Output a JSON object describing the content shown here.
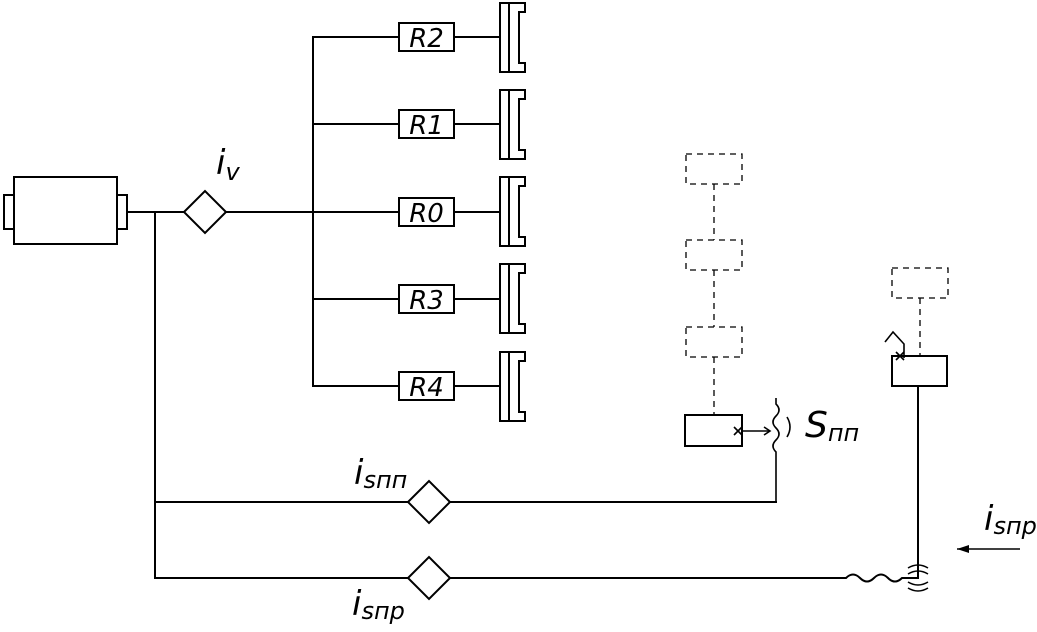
{
  "labels": {
    "i_v": "i",
    "i_v_sub": "v",
    "i_spp": "i",
    "i_spp_sub": "sпп",
    "i_spr_bottom": "i",
    "i_spr_bottom_sub": "sпр",
    "i_spr_right": "i",
    "i_spr_right_sub": "sпр",
    "s_pp": "S",
    "s_pp_sub": "пп"
  },
  "gears": [
    {
      "label": "R2"
    },
    {
      "label": "R1"
    },
    {
      "label": "R0"
    },
    {
      "label": "R3"
    },
    {
      "label": "R4"
    }
  ]
}
